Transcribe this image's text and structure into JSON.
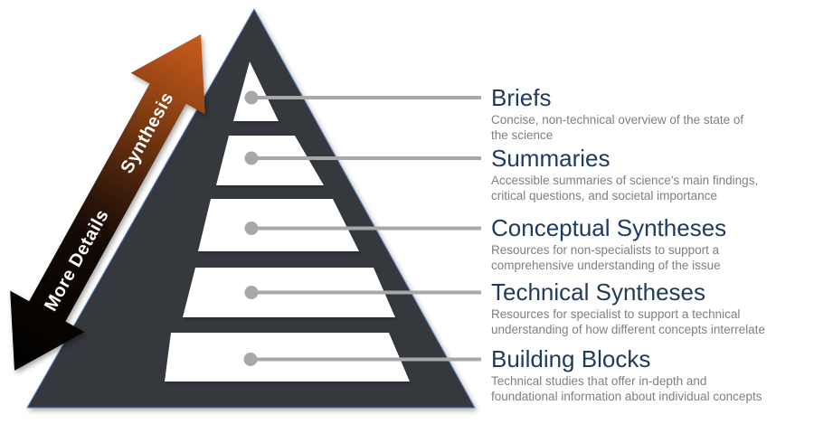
{
  "diagram": {
    "name": "science-synthesis-pyramid",
    "levels": [
      {
        "label": "Briefs",
        "description": "Concise, non-technical overview of the state of\nthe science"
      },
      {
        "label": "Summaries",
        "description": "Accessible summaries of science's main findings,\ncritical questions, and societal importance"
      },
      {
        "label": "Conceptual Syntheses",
        "description": "Resources for non-specialists to support a\ncomprehensive understanding of the issue"
      },
      {
        "label": "Technical Syntheses",
        "description": "Resources for specialist to support a technical\nunderstanding of how different concepts interrelate"
      },
      {
        "label": "Building Blocks",
        "description": "Technical studies that offer in-depth and\nfoundational information about individual concepts"
      }
    ],
    "arrow": {
      "up_label": "Synthesis",
      "down_label": "More Details"
    },
    "colors": {
      "pyramid_fill": "#35383d",
      "pyramid_edge_highlight": "#5b85c2",
      "cutout_fill": "#ffffff",
      "arrow_orange": "#c45a1d",
      "arrow_black": "#000000",
      "heading_text": "#1e3a5f",
      "description_text": "#7f7f7f",
      "leader_line": "#a8a8a8"
    }
  }
}
